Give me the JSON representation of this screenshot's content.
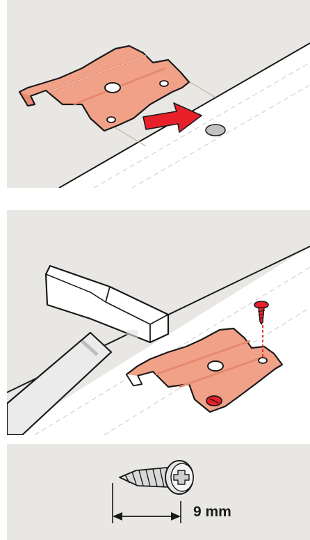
{
  "colors": {
    "background": "#e8e7e4",
    "surface": "#ffffff",
    "bracket_fill": "#f2a189",
    "bracket_shade": "#e58a6e",
    "arrow": "#e8202a",
    "screw_head": "#d8d8d8",
    "outline": "#1a1a1a"
  },
  "steps": [
    {
      "id": "step-1",
      "icons": [
        "bracket-icon",
        "direction-arrow-icon",
        "hole-icon"
      ]
    },
    {
      "id": "step-2",
      "icons": [
        "hammer-icon",
        "bracket-icon",
        "red-screw-icon",
        "screw-head-icon"
      ]
    },
    {
      "id": "step-3",
      "icons": [
        "screw-icon",
        "dimension-arrow-icon"
      ]
    }
  ],
  "dimension": {
    "label": "9 mm"
  }
}
